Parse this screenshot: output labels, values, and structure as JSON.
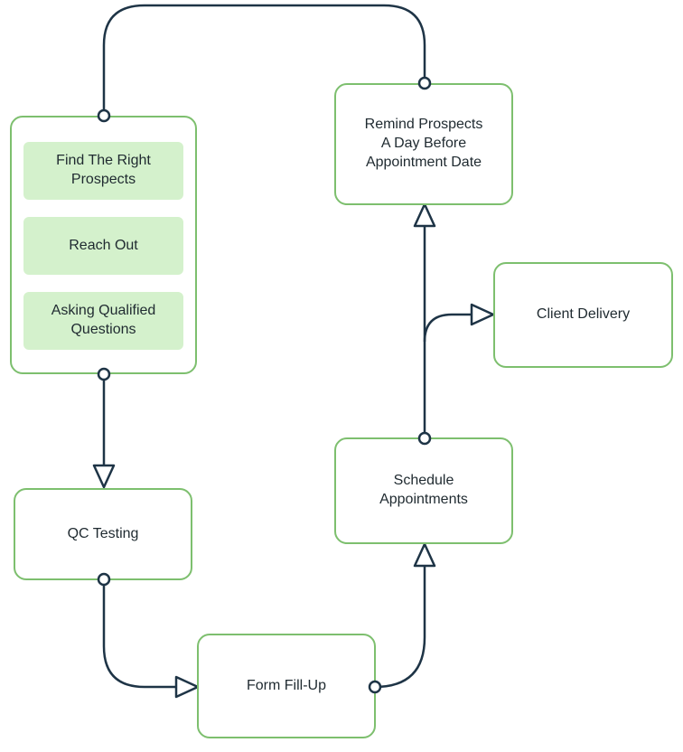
{
  "colors": {
    "box_border": "#7dbf6e",
    "subbox_fill": "#d4f1cc",
    "connector": "#1e3446",
    "text": "#1f2a30"
  },
  "nodes": {
    "prospecting": {
      "steps": [
        "Find The Right\nProspects",
        "Reach Out",
        "Asking Qualified\nQuestions"
      ]
    },
    "qc_testing": "QC Testing",
    "form_fill_up": "Form Fill-Up",
    "schedule_appointments": "Schedule\nAppointments",
    "client_delivery": "Client Delivery",
    "remind_prospects": "Remind Prospects\nA Day Before\nAppointment Date"
  }
}
